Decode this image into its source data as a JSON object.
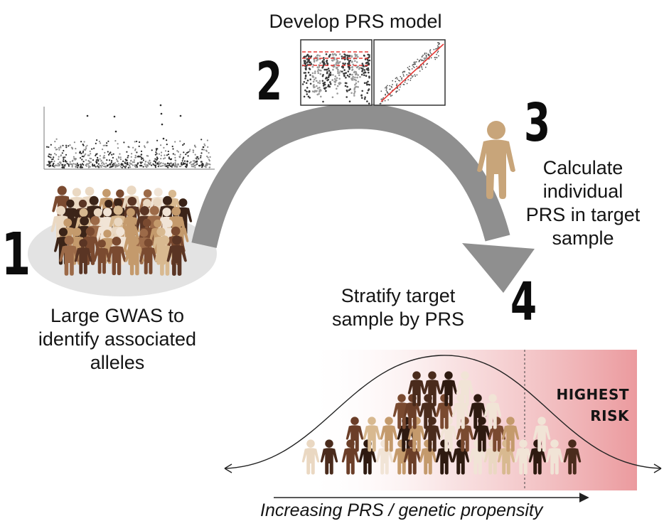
{
  "steps": [
    {
      "number": "1",
      "label_lines": [
        "Large GWAS to",
        "identify associated",
        "alleles"
      ]
    },
    {
      "number": "2",
      "label_lines": [
        "Develop PRS model"
      ]
    },
    {
      "number": "3",
      "label_lines": [
        "Calculate",
        "individual",
        "PRS in target",
        "sample"
      ]
    },
    {
      "number": "4",
      "label_lines": [
        "Stratify target",
        "sample by PRS"
      ]
    }
  ],
  "risk_label": {
    "line1": "HIGHEST",
    "line2": "RISK"
  },
  "axis_label": "Increasing PRS / genetic propensity",
  "colors": {
    "arrow": "#8f8f8f",
    "risk_gradient_end": "#eb9a9e",
    "threshold_line": "#444444",
    "skin_tones": [
      "#3b2418",
      "#5a3524",
      "#7a4a30",
      "#9c6a48",
      "#c49a6c",
      "#d8b990",
      "#ead8c2",
      "#f1e4d6"
    ]
  },
  "icons": [
    "manhattan-plot-icon",
    "thresholded-manhattan-plot-icon",
    "prs-scatter-plot-icon",
    "person-icon",
    "crowd-icon"
  ]
}
